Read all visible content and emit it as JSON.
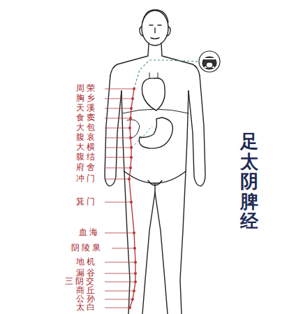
{
  "diagram": {
    "title": "足太阴脾经",
    "labels": [
      "周荣",
      "胸乡",
      "天溪",
      "食窦",
      "大包",
      "腹哀",
      "大横",
      "腹结",
      "府舍",
      "冲门",
      "箕门",
      "血海",
      "阴陵泉",
      "地机",
      "漏谷",
      "三阴交",
      "商丘",
      "公孙",
      "太白"
    ]
  }
}
